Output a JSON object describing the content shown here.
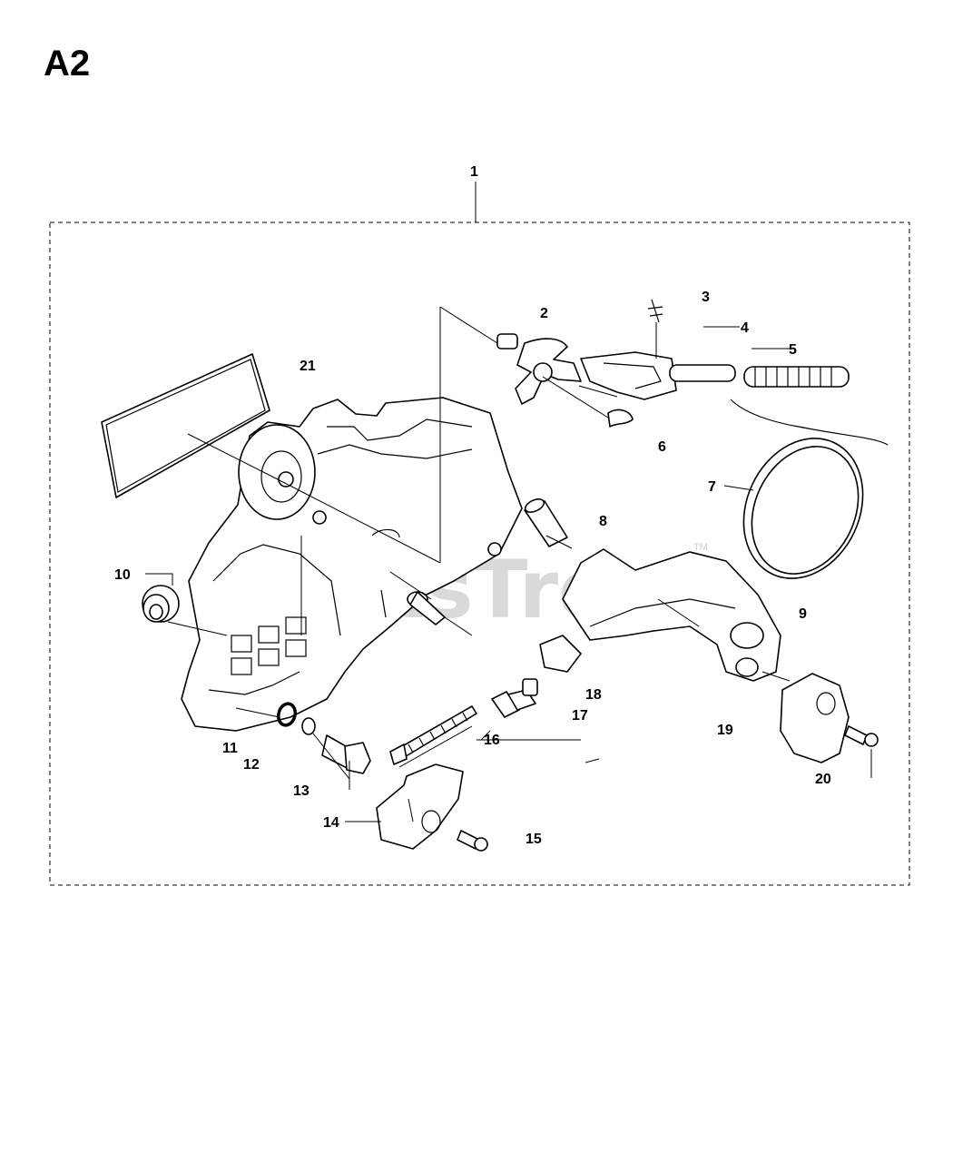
{
  "diagram": {
    "section_title": "A2",
    "watermark": "PartsTree",
    "trademark": "TM",
    "callouts": [
      {
        "id": "c1",
        "text": "1"
      },
      {
        "id": "c2",
        "text": "2"
      },
      {
        "id": "c3",
        "text": "3"
      },
      {
        "id": "c4",
        "text": "4"
      },
      {
        "id": "c5",
        "text": "5"
      },
      {
        "id": "c6",
        "text": "6"
      },
      {
        "id": "c7",
        "text": "7"
      },
      {
        "id": "c8",
        "text": "8"
      },
      {
        "id": "c9",
        "text": "9"
      },
      {
        "id": "c10",
        "text": "10"
      },
      {
        "id": "c11",
        "text": "11"
      },
      {
        "id": "c12",
        "text": "12"
      },
      {
        "id": "c13",
        "text": "13"
      },
      {
        "id": "c14",
        "text": "14"
      },
      {
        "id": "c15",
        "text": "15"
      },
      {
        "id": "c16",
        "text": "16"
      },
      {
        "id": "c17",
        "text": "17"
      },
      {
        "id": "c18",
        "text": "18"
      },
      {
        "id": "c19",
        "text": "19"
      },
      {
        "id": "c20",
        "text": "20"
      },
      {
        "id": "c21",
        "text": "21"
      }
    ]
  }
}
